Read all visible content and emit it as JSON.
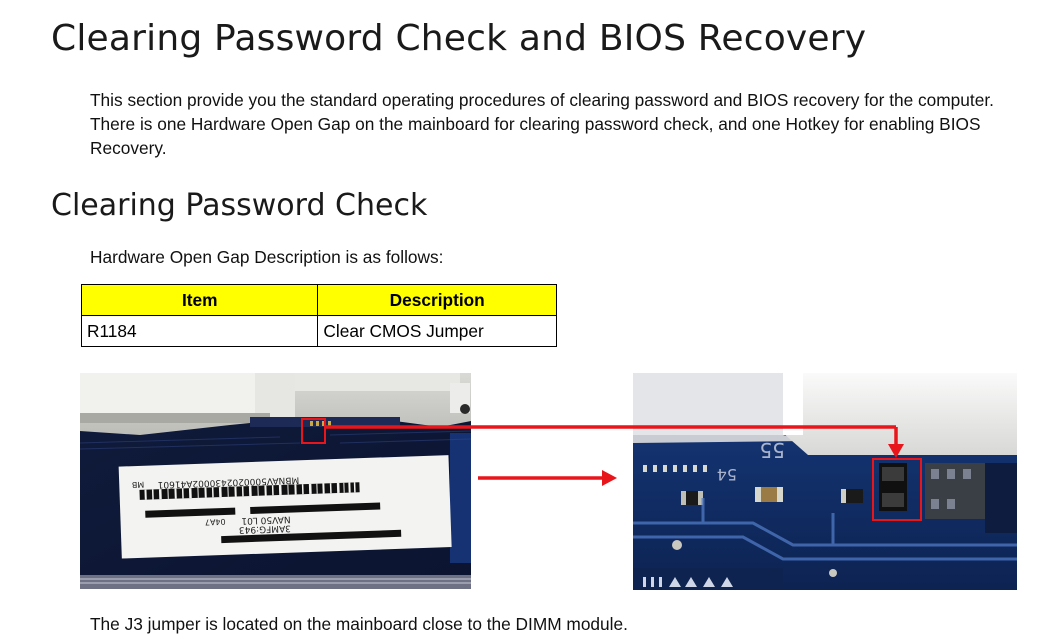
{
  "heading": "Clearing Password Check and BIOS Recovery",
  "intro": "This section provide you the standard operating procedures of clearing password and BIOS recovery for the computer. There is one Hardware Open Gap on the mainboard for clearing password check, and one Hotkey for enabling BIOS Recovery.",
  "subheading": "Clearing Password Check",
  "table_intro": "Hardware Open Gap Description is as follows:",
  "table": {
    "headers": [
      "Item",
      "Description"
    ],
    "rows": [
      [
        "R1184",
        "Clear CMOS Jumper"
      ]
    ]
  },
  "photo_left": {
    "label_lines": [
      "MB",
      "MBNAV5000202430002A41601",
      "NAV50 L01",
      "3AMFG:943",
      "04A7"
    ]
  },
  "photo_right": {
    "silk_labels": [
      "55",
      "54"
    ]
  },
  "caption": "The J3 jumper is located on the mainboard close to the DIMM module.",
  "colors": {
    "header_fill": "#ffff00",
    "callout": "#e8151b",
    "board_blue": "#17346e"
  }
}
